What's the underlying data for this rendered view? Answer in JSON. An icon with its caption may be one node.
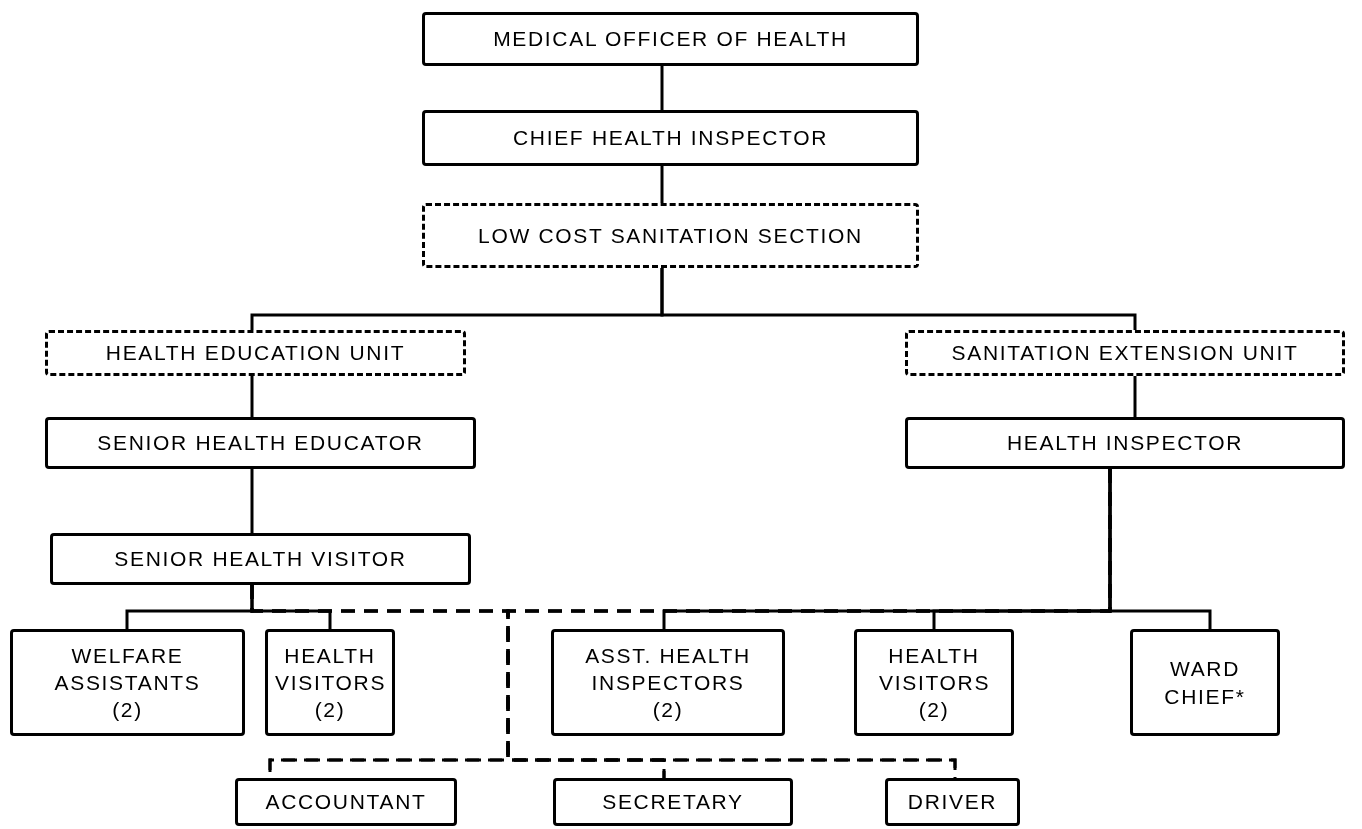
{
  "diagram": {
    "nodes": [
      {
        "text": [
          "MEDICAL OFFICER OF HEALTH"
        ]
      },
      {
        "text": [
          "CHIEF HEALTH INSPECTOR"
        ]
      },
      {
        "text": [
          "LOW COST SANITATION SECTION"
        ]
      },
      {
        "text": [
          "HEALTH EDUCATION UNIT"
        ]
      },
      {
        "text": [
          "SANITATION EXTENSION UNIT"
        ]
      },
      {
        "text": [
          "SENIOR HEALTH EDUCATOR"
        ]
      },
      {
        "text": [
          "HEALTH INSPECTOR"
        ]
      },
      {
        "text": [
          "SENIOR HEALTH VISITOR"
        ]
      },
      {
        "text": [
          "WELFARE ASSISTANTS (2)"
        ]
      },
      {
        "text": [
          "HEALTH VISITORS (2)"
        ]
      },
      {
        "text": [
          "ASST. HEALTH INSPECTORS (2)"
        ]
      },
      {
        "text": [
          "HEALTH VISITORS (2)"
        ]
      },
      {
        "text": [
          "WARD CHIEF*"
        ]
      },
      {
        "text": [
          "ACCOUNTANT"
        ]
      },
      {
        "text": [
          "SECRETARY"
        ]
      },
      {
        "text": [
          "DRIVER"
        ]
      }
    ],
    "edges": [
      {
        "from": 0,
        "to": 1,
        "arrow": "none"
      },
      {
        "from": 1,
        "to": 2,
        "arrow": "none"
      },
      {
        "from": 2,
        "to": 3,
        "arrow": "none"
      },
      {
        "from": 2,
        "to": 4,
        "arrow": "none"
      },
      {
        "from": 3,
        "to": 5,
        "arrow": "none"
      },
      {
        "from": 4,
        "to": 6,
        "arrow": "none"
      },
      {
        "from": 5,
        "to": 7,
        "arrow": "none"
      },
      {
        "from": 7,
        "to": 8,
        "arrow": "none"
      },
      {
        "from": 7,
        "to": 9,
        "arrow": "none"
      },
      {
        "from": 6,
        "to": 10,
        "arrow": "none"
      },
      {
        "from": 6,
        "to": 11,
        "arrow": "none"
      },
      {
        "from": 6,
        "to": 12,
        "arrow": "none"
      },
      {
        "from": 7,
        "to": 13,
        "arrow": "none",
        "style": "dashed"
      },
      {
        "from": 7,
        "to": 14,
        "arrow": "none",
        "style": "dashed"
      },
      {
        "from": 7,
        "to": 15,
        "arrow": "none",
        "style": "dashed"
      },
      {
        "from": 6,
        "to": 13,
        "arrow": "none",
        "style": "dashed"
      },
      {
        "from": 6,
        "to": 14,
        "arrow": "none",
        "style": "dashed"
      },
      {
        "from": 6,
        "to": 15,
        "arrow": "none",
        "style": "dashed"
      }
    ]
  }
}
